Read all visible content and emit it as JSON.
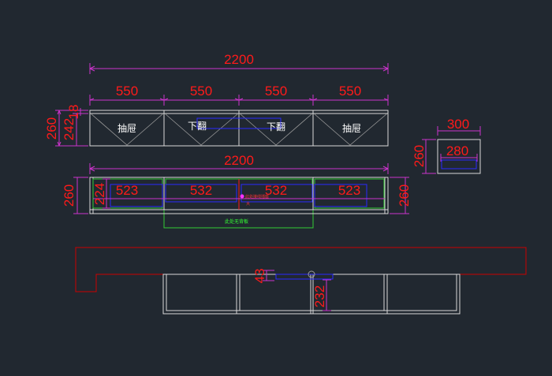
{
  "colors": {
    "background": "#212830",
    "dimension_line": "#cc33cc",
    "dimension_text": "#ff1a1a",
    "cabinet_outline": "#d9d9d9",
    "hidden_line": "#2a2aff",
    "green_outline": "#33cc33",
    "red_outline": "#cc0000"
  },
  "top_view": {
    "overall": "2200",
    "segments": [
      "550",
      "550",
      "550",
      "550"
    ],
    "height": "260",
    "inner_a": "242",
    "inner_b": "18",
    "labels": [
      "抽屉",
      "下翻",
      "下翻",
      "抽屉"
    ]
  },
  "side_view": {
    "width": "300",
    "inner": "280",
    "height": "260"
  },
  "front_view": {
    "overall": "2200",
    "segments": [
      "523",
      "532",
      "532",
      "523"
    ],
    "height_left": "260",
    "inner_height": "224",
    "height_right": "260",
    "note_red": "此处接线插座",
    "note_red_suffix": "大",
    "note_green": "此处无背板"
  },
  "bottom_view": {
    "dim_small": "43",
    "dim_depth": "232"
  }
}
